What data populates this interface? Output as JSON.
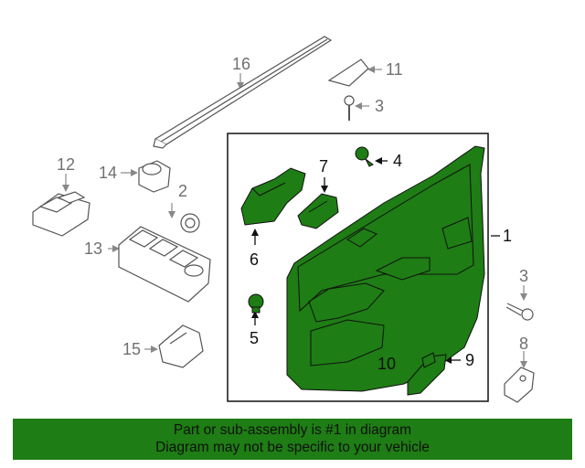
{
  "diagram": {
    "highlight_color": "#1e7d14",
    "outline_color": "#555555",
    "callouts": {
      "c1": "1",
      "c2": "2",
      "c3a": "3",
      "c3b": "3",
      "c4": "4",
      "c5": "5",
      "c6": "6",
      "c7": "7",
      "c8": "8",
      "c9": "9",
      "c10": "10",
      "c11": "11",
      "c12": "12",
      "c13": "13",
      "c14": "14",
      "c15": "15",
      "c16": "16"
    }
  },
  "banner": {
    "line1": "Part or sub-assembly is #1 in diagram",
    "line2": "Diagram may not be specific to your vehicle",
    "background": "#1e7d14"
  }
}
